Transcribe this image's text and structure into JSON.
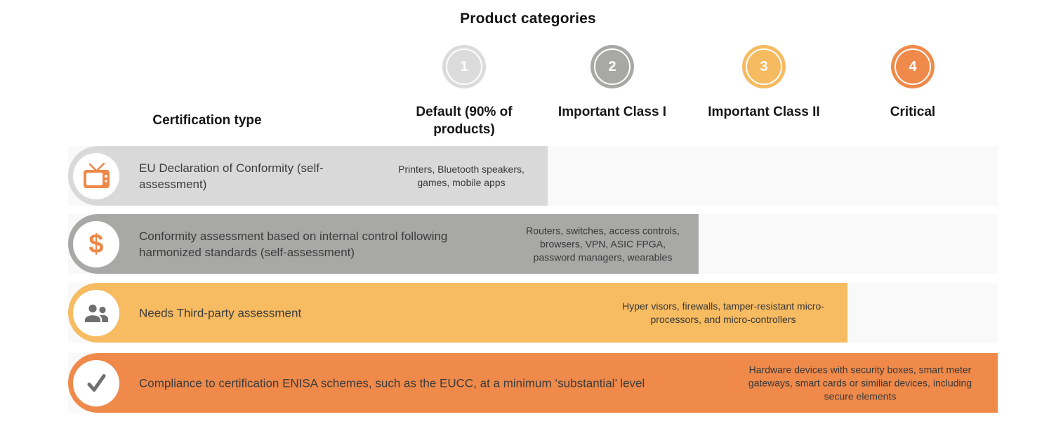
{
  "title": "Product categories",
  "table": {
    "certification_header": "Certification type",
    "columns": [
      {
        "number": "1",
        "label": "Default (90% of products)",
        "color": "#DBDBDB"
      },
      {
        "number": "2",
        "label": "Important Class I",
        "color": "#A8A8A7"
      },
      {
        "number": "3",
        "label": "Important Class II",
        "color": "#F6BA60"
      },
      {
        "number": "4",
        "label": "Critical",
        "color": "#EF8A4B"
      }
    ],
    "rows": [
      {
        "icon": "tv-icon",
        "level": 1,
        "certification": "EU Declaration of Conformity (self-assessment)",
        "products": "Printers, Bluetooth speakers, games, mobile apps",
        "color": "#D9D9D9"
      },
      {
        "icon": "dollar-icon",
        "level": 2,
        "certification": "Conformity assessment based on internal control following harmonized standards (self-assessment)",
        "products": "Routers, switches, access controls, browsers, VPN, ASIC FPGA, password managers, wearables",
        "color": "#A8A8A7"
      },
      {
        "icon": "people-icon",
        "level": 3,
        "certification": "Needs Third-party assessment",
        "products": "Hyper visors, firewalls, tamper-resistant micro-processors, and micro-controllers",
        "color": "#F7BB61"
      },
      {
        "icon": "check-icon",
        "level": 4,
        "certification": "Compliance to certification ENISA schemes, such as the EUCC, at a minimum ‘substantial’ level",
        "products": "Hardware devices with security boxes, smart meter gateways, smart cards or similiar devices, including secure elements",
        "color": "#EF8A4B"
      }
    ]
  },
  "colors": {
    "icon_orange": "#ED8948",
    "icon_gray": "#6F6F6F",
    "row_track": "#F9F9F9"
  }
}
